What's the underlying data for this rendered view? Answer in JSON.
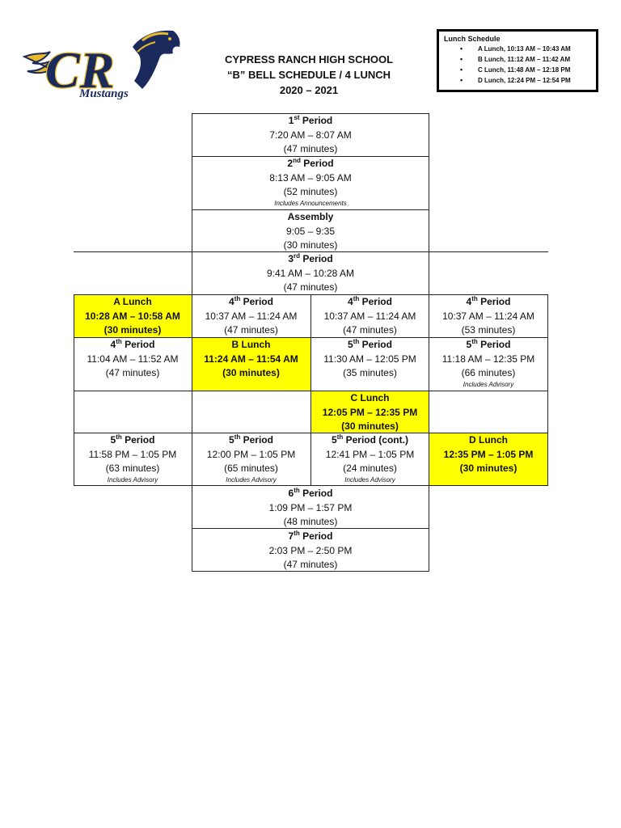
{
  "header": {
    "line1": "CYPRESS RANCH HIGH SCHOOL",
    "line2": "“B” BELL SCHEDULE / 4 LUNCH",
    "line3": "2020 – 2021"
  },
  "logo": {
    "letters": "CR",
    "word": "Mustangs",
    "colors": {
      "navy": "#1b2a5c",
      "gold": "#e8b92b"
    }
  },
  "lunch_schedule": {
    "title": "Lunch Schedule",
    "items": [
      "A Lunch, 10:13 AM – 10:43 AM",
      "B Lunch, 11:12 AM – 11:42 AM",
      "C Lunch, 11:48 AM – 12:18 PM",
      "D Lunch, 12:24 PM – 12:54 PM"
    ]
  },
  "schedule": {
    "p1": {
      "n": "1",
      "suffix": "st",
      "label": "Period",
      "time": "7:20 AM – 8:07 AM",
      "dur": "(47 minutes)"
    },
    "p2": {
      "n": "2",
      "suffix": "nd",
      "label": "Period",
      "time": "8:13 AM – 9:05 AM",
      "dur": "(52 minutes)",
      "note": "Includes Announcements"
    },
    "assembly": {
      "title": "Assembly",
      "time": "9:05 – 9:35",
      "dur": "(30 minutes)"
    },
    "p3": {
      "n": "3",
      "suffix": "rd",
      "label": "Period",
      "time": "9:41 AM – 10:28 AM",
      "dur": "(47 minutes)"
    },
    "r1": [
      {
        "title": "A Lunch",
        "time": "10:28 AM – 10:58 AM",
        "dur": "(30 minutes)"
      },
      {
        "n": "4",
        "suffix": "th",
        "label": "Period",
        "time": "10:37 AM – 11:24 AM",
        "dur": "(47 minutes)"
      },
      {
        "n": "4",
        "suffix": "th",
        "label": "Period",
        "time": "10:37 AM – 11:24 AM",
        "dur": "(47 minutes)"
      },
      {
        "n": "4",
        "suffix": "th",
        "label": "Period",
        "time": "10:37 AM – 11:24 AM",
        "dur": "(53 minutes)"
      }
    ],
    "r2": [
      {
        "n": "4",
        "suffix": "th",
        "label": "Period",
        "time": "11:04 AM – 11:52 AM",
        "dur": "(47 minutes)"
      },
      {
        "title": "B Lunch",
        "time": "11:24 AM – 11:54 AM",
        "dur": "(30 minutes)"
      },
      {
        "n": "5",
        "suffix": "th",
        "label": "Period",
        "time": "11:30 AM – 12:05 PM",
        "dur": "(35 minutes)"
      },
      {
        "n": "5",
        "suffix": "th",
        "label": "Period",
        "time": "11:18 AM – 12:35 PM",
        "dur": "(66 minutes)",
        "note": "Includes Advisory"
      }
    ],
    "c_lunch": {
      "title": "C Lunch",
      "time": "12:05 PM – 12:35 PM",
      "dur": "(30 minutes)"
    },
    "r4": [
      {
        "n": "5",
        "suffix": "th",
        "label": "Period",
        "time": "11:58 PM – 1:05 PM",
        "dur": "(63 minutes)",
        "note": "Includes Advisory"
      },
      {
        "n": "5",
        "suffix": "th",
        "label": "Period",
        "time": "12:00 PM – 1:05 PM",
        "dur": "(65 minutes)",
        "note": "Includes Advisory"
      },
      {
        "n": "5",
        "suffix": "th",
        "label": "Period (cont.)",
        "time": "12:41 PM – 1:05 PM",
        "dur": "(24 minutes)",
        "note": "Includes Advisory"
      },
      {
        "title": "D Lunch",
        "time": "12:35 PM – 1:05 PM",
        "dur": "(30 minutes)"
      }
    ],
    "p6": {
      "n": "6",
      "suffix": "th",
      "label": "Period",
      "time": "1:09 PM – 1:57 PM",
      "dur": "(48 minutes)"
    },
    "p7": {
      "n": "7",
      "suffix": "th",
      "label": "Period",
      "time": "2:03 PM – 2:50 PM",
      "dur": "(47 minutes)"
    }
  }
}
